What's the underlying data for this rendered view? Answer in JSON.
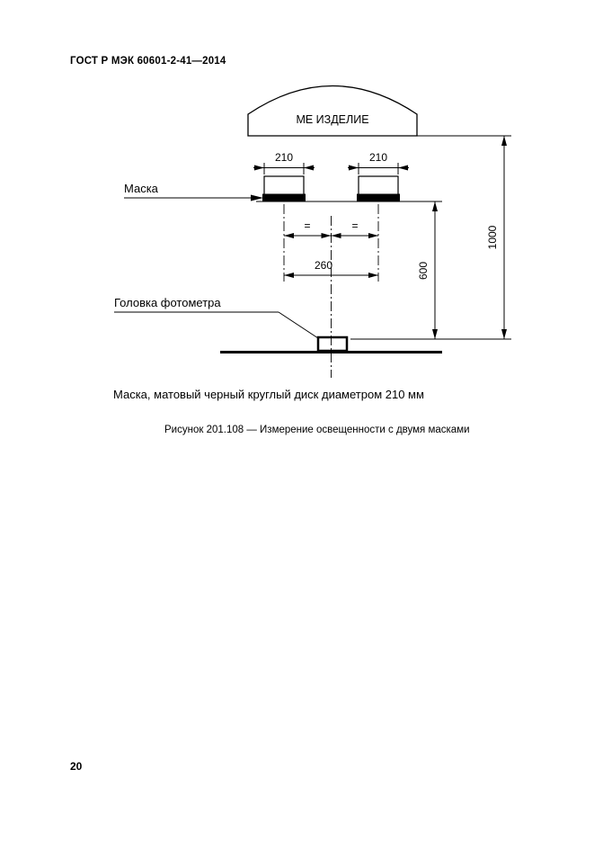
{
  "page": {
    "header": "ГОСТ Р МЭК 60601-2-41—2014",
    "number": "20"
  },
  "figure": {
    "device_label": "МЕ ИЗДЕЛИЕ",
    "mask_label": "Маска",
    "photometer_label": "Головка фотометра",
    "dims": {
      "d210": "210",
      "d260": "260",
      "d600": "600",
      "d1000": "1000",
      "equal": "="
    },
    "note": "Маска, матовый черный круглый диск диаметром 210 мм",
    "caption": "Рисунок 201.108 — Измерение освещенности с двумя масками"
  }
}
